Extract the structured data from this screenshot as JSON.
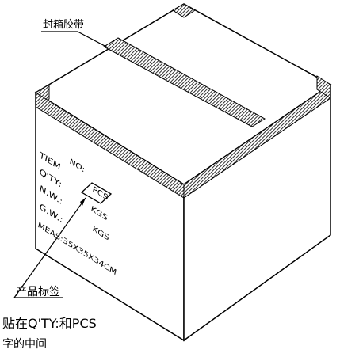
{
  "callouts": {
    "tape": "封箱胶带",
    "product_label": "产品标签",
    "note_line1": "贴在Q'TY:和PCS",
    "note_line2": "字的中间"
  },
  "marking": {
    "item_no": "TIEM",
    "no_suffix": "NO:",
    "qty": "Q'TY:",
    "nw": "N.W.:",
    "gw": "G.W.:",
    "meas": "MEAS:35X35X34CM",
    "pcs": "PCS",
    "kgs_1": "KGS",
    "kgs_2": "KGS"
  },
  "colors": {
    "line": "#000000",
    "tape_hatch": "#1a1a1a",
    "background": "#ffffff"
  }
}
